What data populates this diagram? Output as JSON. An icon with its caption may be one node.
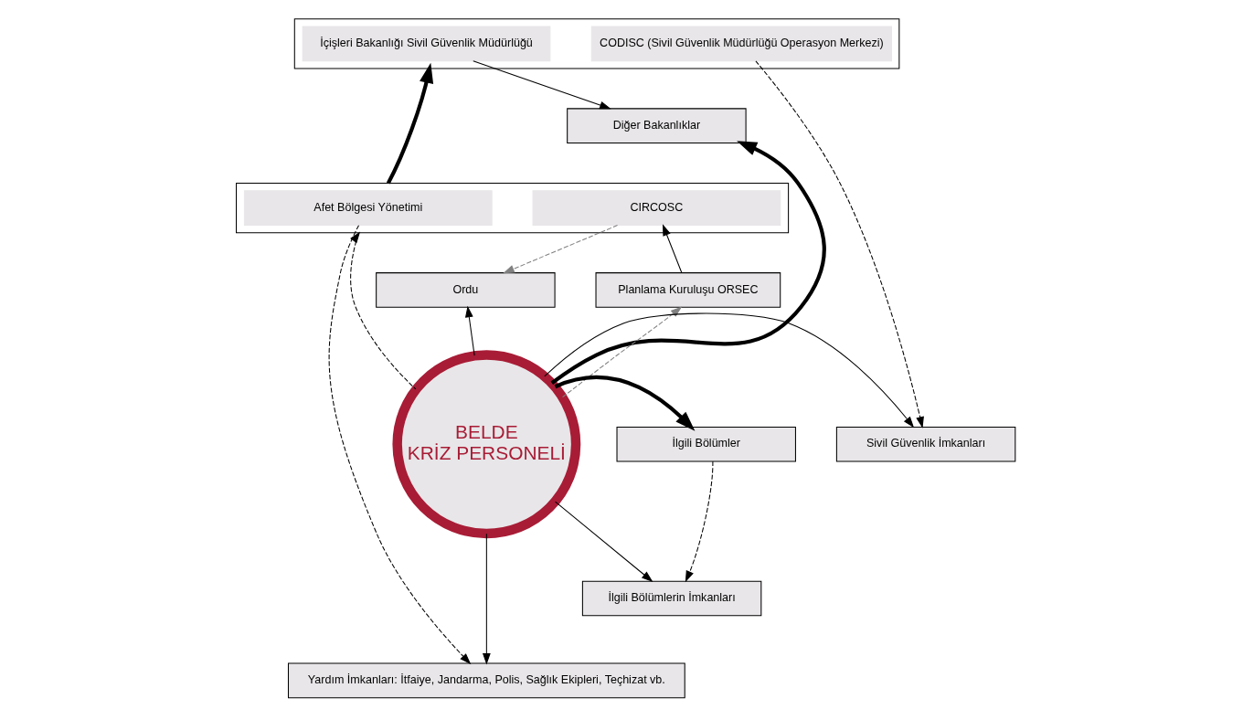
{
  "diagram": {
    "nodes": [
      {
        "text": [],
        "shape": "box"
      },
      {
        "text": [
          "İçişleri Bakanlığı Sivil Güvenlik Müdürlüğü"
        ],
        "in": 0
      },
      {
        "text": [
          "CODISC (Sivil Güvenlik Müdürlüğü Operasyon Merkezi)"
        ],
        "in": 0
      },
      {
        "text": [
          "Diğer Bakanlıklar"
        ]
      },
      {
        "text": [],
        "shape": "box"
      },
      {
        "text": [
          "Afet Bölgesi Yönetimi"
        ],
        "in": 4
      },
      {
        "text": [
          "CIRCOSC"
        ],
        "in": 4
      },
      {
        "text": [
          "Ordu"
        ]
      },
      {
        "text": [
          "Planlama Kuruluşu ORSEC"
        ]
      },
      {
        "text": [
          "BELDE",
          "KRİZ PERSONELİ"
        ]
      },
      {
        "text": [
          "İlgili Bölümler"
        ]
      },
      {
        "text": [
          "Sivil Güvenlik İmkanları"
        ]
      },
      {
        "text": [
          "İlgili Bölümlerin İmkanları"
        ]
      },
      {
        "text": [
          "Yardım İmkanları: İtfaiye, Jandarma, Polis, Sağlık Ekipleri, Teçhizat vb."
        ]
      }
    ],
    "edges": [
      {
        "from": 1,
        "to": 3,
        "arrow": "to"
      },
      {
        "from": 2,
        "to": 11,
        "arrow": "to",
        "style": "dashed"
      },
      {
        "from": 4,
        "to": 0,
        "arrow": "to",
        "style": "thick"
      },
      {
        "from": 9,
        "to": 4,
        "arrow": "to",
        "style": "dashed"
      },
      {
        "from": 5,
        "to": 13,
        "arrow": "to",
        "style": "dashed"
      },
      {
        "from": 6,
        "to": 7,
        "arrow": "to",
        "style": "dashed",
        "color": "#808080"
      },
      {
        "from": 8,
        "to": 6,
        "arrow": "to"
      },
      {
        "from": 9,
        "to": 3,
        "arrow": "to",
        "style": "thick"
      },
      {
        "from": 9,
        "to": 8,
        "arrow": "to",
        "style": "dashed",
        "color": "#808080"
      },
      {
        "from": 9,
        "to": 7,
        "arrow": "to"
      },
      {
        "from": 9,
        "to": 10,
        "arrow": "to",
        "style": "thick"
      },
      {
        "from": 9,
        "to": 11,
        "arrow": "to"
      },
      {
        "from": 10,
        "to": 12,
        "arrow": "to",
        "style": "dashed"
      },
      {
        "from": 9,
        "to": 12,
        "arrow": "to"
      },
      {
        "from": 9,
        "to": 13,
        "arrow": "to"
      }
    ]
  }
}
